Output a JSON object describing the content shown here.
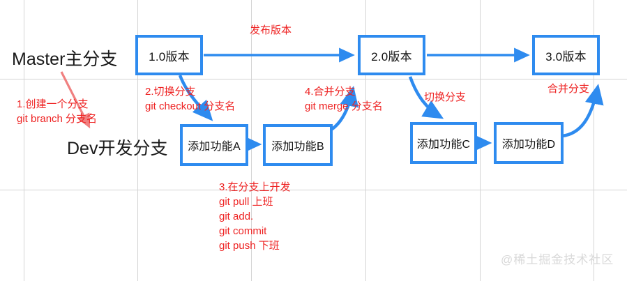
{
  "diagram": {
    "title_labels": {
      "master": "Master主分支",
      "dev": "Dev开发分支"
    },
    "master_boxes": [
      {
        "label": "1.0版本"
      },
      {
        "label": "2.0版本"
      },
      {
        "label": "3.0版本"
      }
    ],
    "dev_boxes": [
      {
        "label": "添加功能A"
      },
      {
        "label": "添加功能B"
      },
      {
        "label": "添加功能C"
      },
      {
        "label": "添加功能D"
      }
    ],
    "annotations": {
      "create_branch": "1.创建一个分支\ngit branch 分支名",
      "checkout_branch": "2.切换分支\ngit checkout 分支名",
      "develop_on_branch": "3.在分支上开发\ngit pull 上班\ngit add.\ngit commit\ngit push 下班",
      "merge_branch": "4.合并分支\ngit merge 分支名",
      "publish_version": "发布版本",
      "switch_branch_2": "切换分支",
      "merge_branch_2": "合并分支"
    },
    "watermark": "@稀土掘金技术社区",
    "colors": {
      "box_border": "#2e8bef",
      "arrow_blue": "#2e8bef",
      "annotation_red": "#ee2222",
      "pink_arrow": "#f08080",
      "grid": "#d4d4d4",
      "watermark": "#d9d9d9"
    }
  }
}
